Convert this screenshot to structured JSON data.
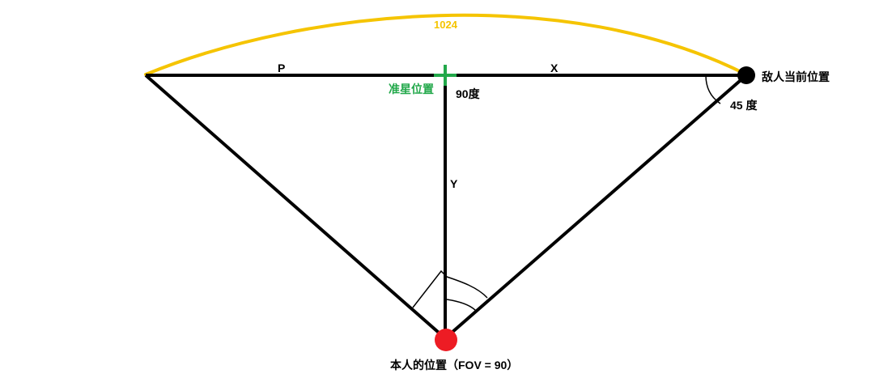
{
  "colors": {
    "line": "#000000",
    "arc": "#f5c400",
    "crosshair": "#22a84a",
    "player_dot": "#ed1c24",
    "enemy_dot": "#000000"
  },
  "labels": {
    "arc_value": "1024",
    "segment_p": "P",
    "segment_x": "X",
    "segment_y": "Y",
    "crosshair": "准星位置",
    "right_angle": "90度",
    "enemy": "敌人当前位置",
    "enemy_angle": "45 度",
    "player": "本人的位置（FOV = 90）"
  }
}
